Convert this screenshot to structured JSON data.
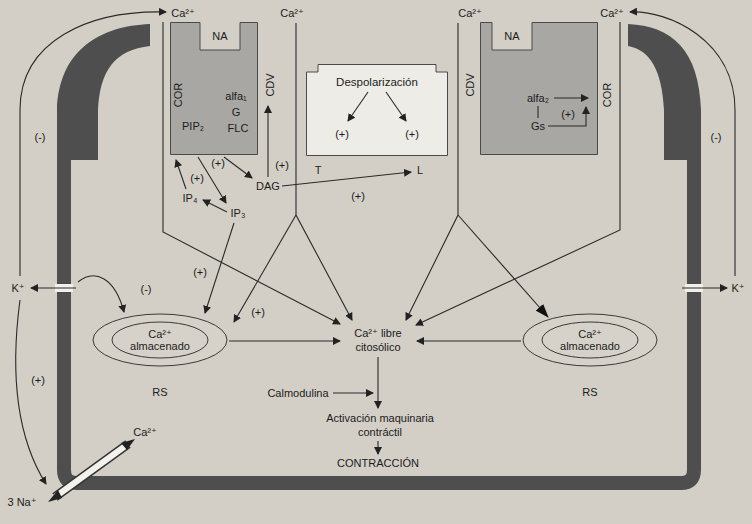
{
  "diagram": {
    "nodes": [
      {
        "text": [
          "NA",
          "alfa₁",
          "G",
          "PIP₂",
          "FLC"
        ]
      },
      {
        "text": [
          "Despolarización",
          "(+)",
          "(+)"
        ]
      },
      {
        "text": [
          "NA",
          "alfa₂",
          "Gs",
          "(+)"
        ]
      },
      {
        "text": [
          "Ca²⁺ almacenado"
        ]
      },
      {
        "text": [
          "Ca²⁺ almacenado"
        ]
      }
    ],
    "labels": [
      "Ca²⁺",
      "Ca²⁺",
      "Ca²⁺",
      "Ca²⁺",
      "COR",
      "CDV",
      "CDV",
      "COR",
      "(-)",
      "(-)",
      "T",
      "DAG",
      "L",
      "(+)",
      "(+)",
      "(+)",
      "IP₄",
      "IP₃",
      "(+)",
      "(-)",
      "(+)",
      "(+)",
      "K⁺",
      "K⁺",
      "(+)",
      "Ca²⁺ libre citosólico",
      "Calmodulina",
      "Activación maquinaria contráctil",
      "CONTRACCIÓN",
      "RS",
      "RS",
      "Ca²⁺",
      "3 Na⁺"
    ]
  }
}
